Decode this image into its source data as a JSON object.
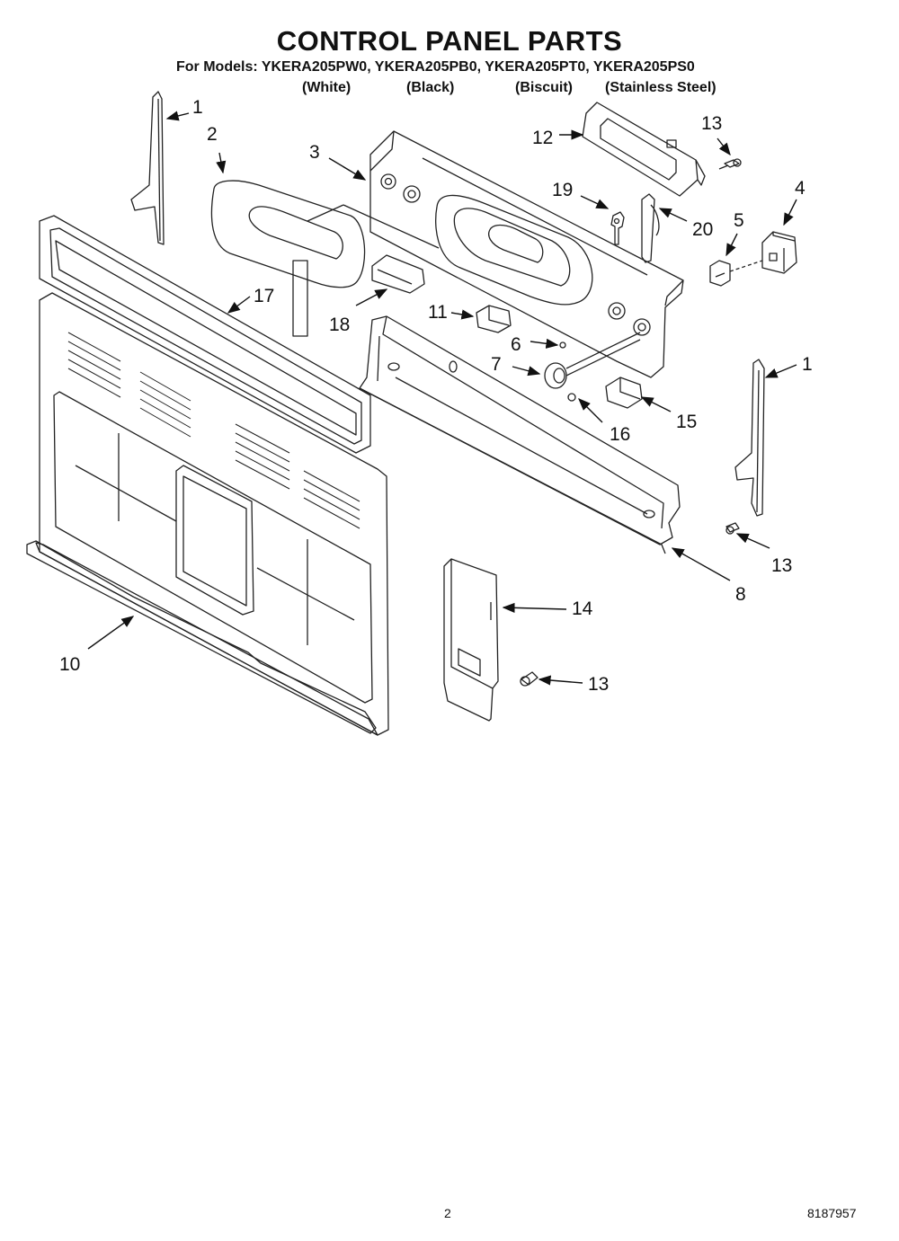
{
  "header": {
    "title": "CONTROL PANEL PARTS",
    "models_line": "For Models: YKERA205PW0, YKERA205PB0, YKERA205PT0, YKERA205PS0",
    "variants": [
      "(White)",
      "(Black)",
      "(Biscuit)",
      "(Stainless Steel)"
    ]
  },
  "callouts": {
    "c1a": "1",
    "c1b": "1",
    "c2": "2",
    "c3": "3",
    "c4": "4",
    "c5": "5",
    "c6": "6",
    "c7": "7",
    "c8": "8",
    "c10": "10",
    "c11": "11",
    "c12": "12",
    "c13a": "13",
    "c13b": "13",
    "c13c": "13",
    "c14": "14",
    "c15": "15",
    "c16": "16",
    "c17": "17",
    "c18": "18",
    "c19": "19",
    "c20": "20"
  },
  "footer": {
    "page_number": "2",
    "doc_number": "8187957"
  }
}
